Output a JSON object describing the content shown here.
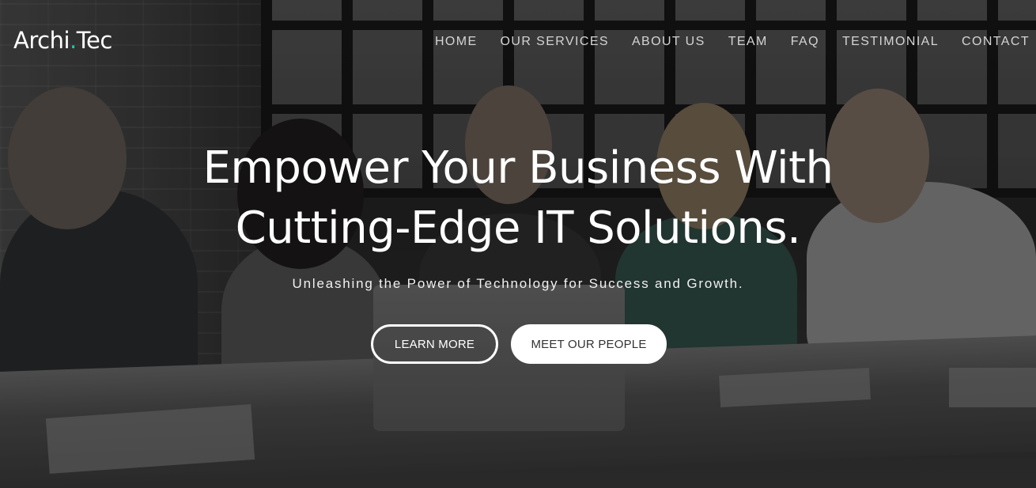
{
  "brand": {
    "name_part1": "Archi",
    "name_dot": ".",
    "name_part2": "Tec",
    "accent_color": "#1fc7a6"
  },
  "nav": {
    "items": [
      {
        "label": "HOME"
      },
      {
        "label": "OUR SERVICES"
      },
      {
        "label": "ABOUT US"
      },
      {
        "label": "TEAM"
      },
      {
        "label": "FAQ"
      },
      {
        "label": "TESTIMONIAL"
      },
      {
        "label": "CONTACT"
      }
    ]
  },
  "hero": {
    "headline_line1": "Empower Your Business With",
    "headline_line2": "Cutting-Edge IT Solutions.",
    "subheadline": "Unleashing the Power of Technology for Success and Growth.",
    "primary_button": "LEARN MORE",
    "secondary_button": "MEET OUR PEOPLE"
  }
}
